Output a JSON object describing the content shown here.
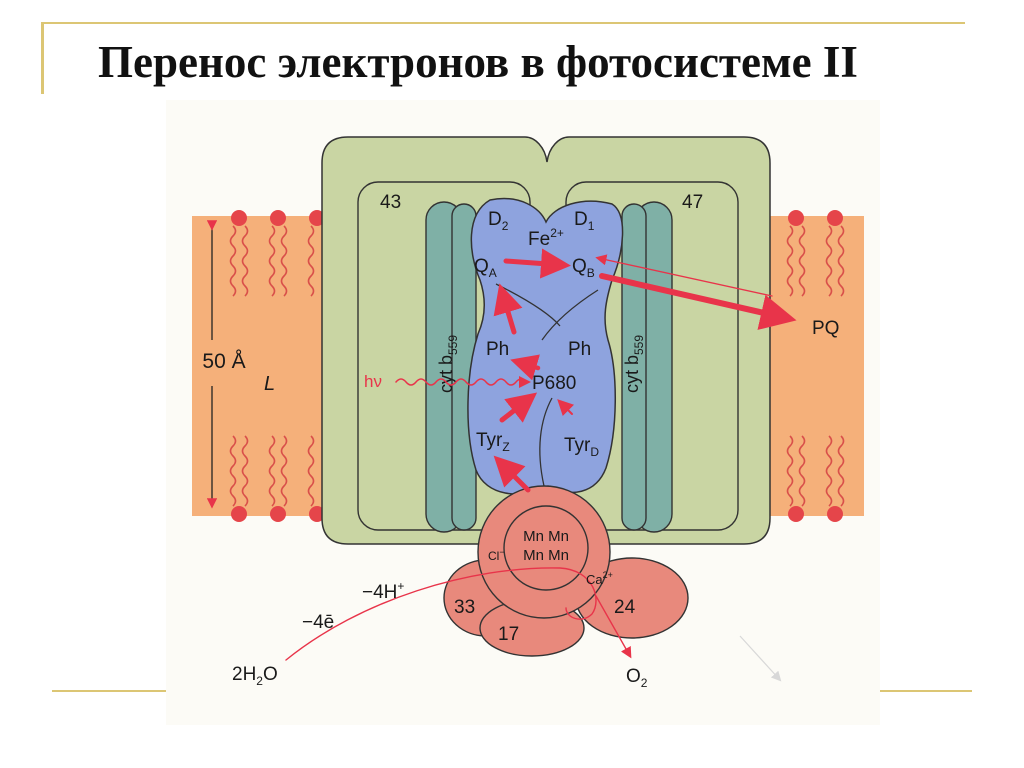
{
  "slide": {
    "title": "Перенос электронов в фотосистеме II"
  },
  "diagram": {
    "protein_labels": {
      "left_subunit": "43",
      "right_subunit": "47",
      "cyt_left": "cyt b",
      "cyt_right": "cyt b",
      "cyt_subscript": "559"
    },
    "reaction_center": {
      "d2": "D",
      "d2_sub": "2",
      "d1": "D",
      "d1_sub": "1",
      "fe": "Fe",
      "fe_sup": "2+",
      "qa": "Q",
      "qa_sub": "A",
      "qb": "Q",
      "qb_sub": "B",
      "ph_left": "Ph",
      "ph_right": "Ph",
      "p680": "P680",
      "tyrz": "Tyr",
      "tyrz_sub": "Z",
      "tyrd": "Tyr",
      "tyrd_sub": "D"
    },
    "membrane": {
      "thickness": "50 Å",
      "lipid_label": "L",
      "light": "hν"
    },
    "oec": {
      "mn_top": "Mn Mn",
      "mn_bottom": "Mn Mn",
      "cl": "Cl",
      "cl_sup": "−",
      "ca": "Ca",
      "ca_sup": "2+",
      "sub33": "33",
      "sub24": "24",
      "sub17": "17"
    },
    "reaction": {
      "protons": "−4H",
      "protons_sup": "+",
      "electrons": "−4ē",
      "water": "2H",
      "water_sub": "2",
      "water_end": "O",
      "oxygen": "O",
      "oxygen_sub": "2",
      "plastoquinone": "PQ"
    },
    "colors": {
      "membrane": "#f5b07a",
      "lipid_head": "#e5454a",
      "outer_protein": "#c9d5a3",
      "cyt_b559": "#7fb0a6",
      "reaction_center": "#8ea3de",
      "oec": "#e8897c",
      "arrow": "#e8344a"
    }
  }
}
